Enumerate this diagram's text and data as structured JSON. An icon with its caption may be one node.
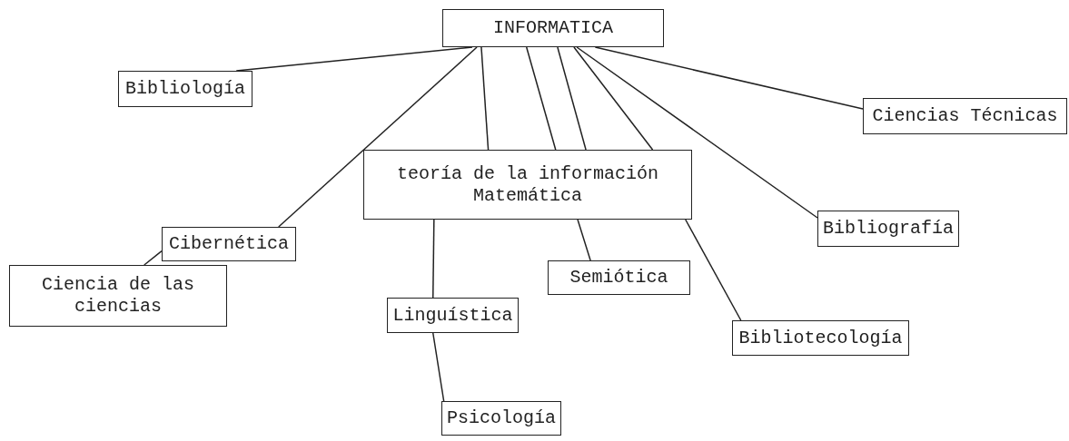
{
  "diagram": {
    "nodes": [
      {
        "text": [
          "INFORMATICA"
        ]
      },
      {
        "text": [
          "Bibliología"
        ]
      },
      {
        "text": [
          "Ciencias Técnicas"
        ]
      },
      {
        "text": [
          "teoría de la información Matemática"
        ]
      },
      {
        "text": [
          "Cibernética"
        ]
      },
      {
        "text": [
          "Bibliografía"
        ]
      },
      {
        "text": [
          "Ciencia de las ciencias"
        ]
      },
      {
        "text": [
          "Semiótica"
        ]
      },
      {
        "text": [
          "Linguística"
        ]
      },
      {
        "text": [
          "Bibliotecología"
        ]
      },
      {
        "text": [
          "Psicología"
        ]
      }
    ],
    "edges": [
      {
        "from": 0,
        "to": 1,
        "arrow": "none"
      },
      {
        "from": 0,
        "to": 4,
        "arrow": "none"
      },
      {
        "from": 0,
        "to": 3,
        "arrow": "none"
      },
      {
        "from": 0,
        "to": 3,
        "arrow": "none"
      },
      {
        "from": 0,
        "to": 3,
        "arrow": "none"
      },
      {
        "from": 0,
        "to": 3,
        "arrow": "none"
      },
      {
        "from": 3,
        "to": 7,
        "arrow": "none"
      },
      {
        "from": 3,
        "to": 9,
        "arrow": "none"
      },
      {
        "from": 0,
        "to": 5,
        "arrow": "none"
      },
      {
        "from": 0,
        "to": 2,
        "arrow": "none"
      },
      {
        "from": 4,
        "to": 6,
        "arrow": "none"
      },
      {
        "from": 3,
        "to": 8,
        "arrow": "none"
      },
      {
        "from": 8,
        "to": 10,
        "arrow": "none"
      }
    ]
  }
}
